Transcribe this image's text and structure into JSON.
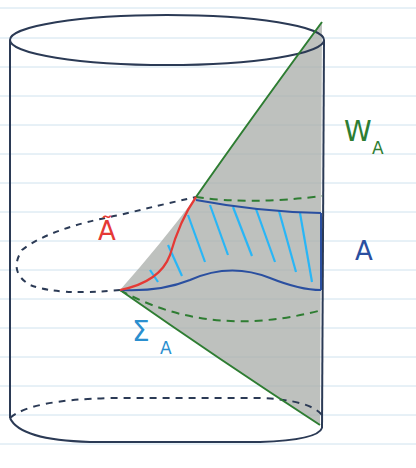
{
  "diagram": {
    "labels": [
      "W",
      "A",
      "Ã",
      "A",
      "Σ",
      "A"
    ]
  }
}
